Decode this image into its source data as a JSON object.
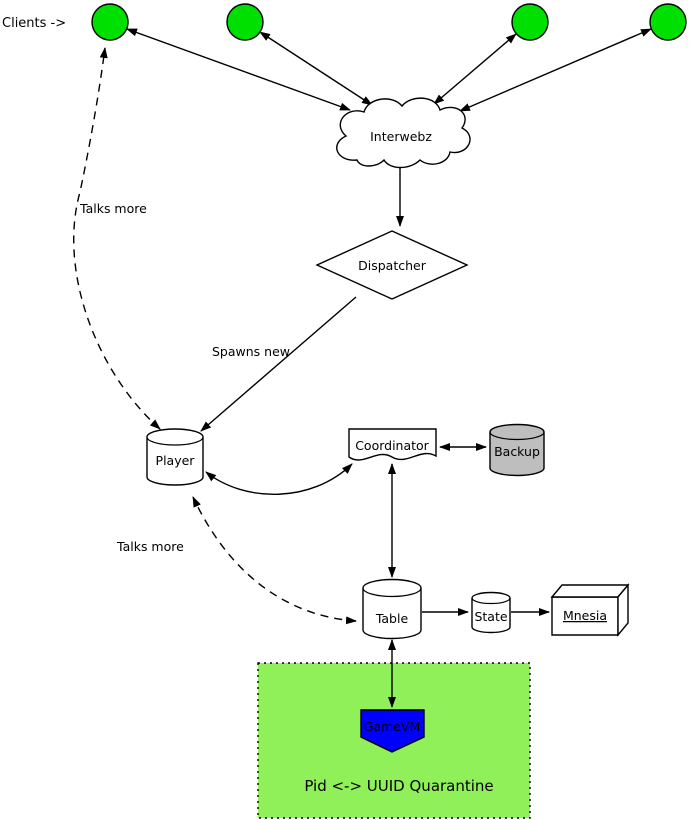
{
  "labels": {
    "clients_caption": "Clients ->",
    "interwebz": "Interwebz",
    "dispatcher": "Dispatcher",
    "spawns_new": "Spawns new",
    "talks_more_upper": "Talks more",
    "talks_more_lower": "Talks more",
    "player": "Player",
    "coordinator": "Coordinator",
    "backup": "Backup",
    "table": "Table",
    "state": "State",
    "mnesia": "Mnesia",
    "gamevm": "GameVM",
    "quarantine": "Pid <-> UUID Quarantine"
  },
  "colors": {
    "client_node": "#00e000",
    "backup_node": "#bebebe",
    "gamevm_node": "#0000ff",
    "gamevm_text": "#ffffff",
    "quarantine_fill": "#8ff05a",
    "node_fill": "#ffffff",
    "edge": "#000000"
  }
}
